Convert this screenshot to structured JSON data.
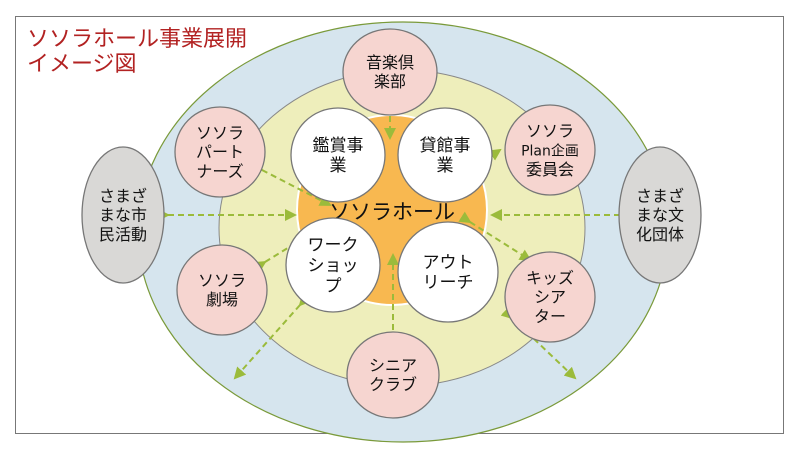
{
  "title": {
    "line1": "ソソラホール事業展開",
    "line2": "イメージ図"
  },
  "center": {
    "label": "ソソラホール"
  },
  "inner": [
    {
      "lines": [
        "鑑賞事",
        "業"
      ]
    },
    {
      "lines": [
        "貸館事",
        "業"
      ]
    },
    {
      "lines": [
        "ワーク",
        "ショッ",
        "プ"
      ]
    },
    {
      "lines": [
        "アウト",
        "リーチ"
      ]
    }
  ],
  "middle": [
    {
      "lines": [
        "音楽倶",
        "楽部"
      ]
    },
    {
      "lines": [
        "ソソラ",
        "パート",
        "ナーズ"
      ]
    },
    {
      "lines": [
        "ソソラ",
        "Plan企画",
        "委員会"
      ]
    },
    {
      "lines": [
        "ソソラ",
        "劇場"
      ]
    },
    {
      "lines": [
        "キッズ",
        "シア",
        "ター"
      ]
    },
    {
      "lines": [
        "シニア",
        "クラブ"
      ]
    }
  ],
  "outer": [
    {
      "lines": [
        "さまざ",
        "まな市",
        "民活動"
      ]
    },
    {
      "lines": [
        "さまざ",
        "まな文",
        "化団体"
      ]
    }
  ],
  "colors": {
    "outer": "#d6e5ee",
    "middle": "#eeeebb",
    "center": "#f8b850",
    "node": "#f6d5d0",
    "gray": "#d9d8d6",
    "arrow": "#9bbb3b",
    "title": "#b22222"
  }
}
